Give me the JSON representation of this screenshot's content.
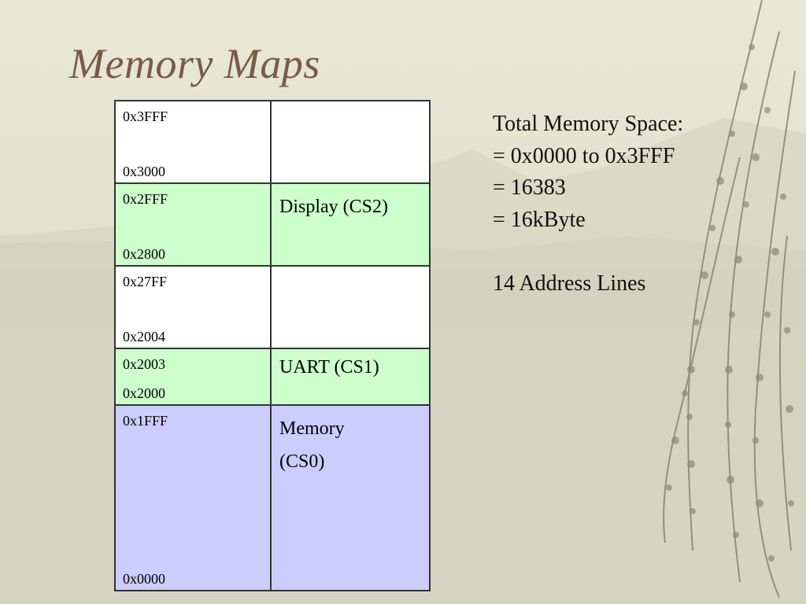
{
  "slide": {
    "title": "Memory Maps",
    "colors": {
      "title": "#7a5a48",
      "white_region": "#ffffff",
      "green_region": "#ccffcc",
      "blue_region": "#ccccff"
    },
    "rows": [
      {
        "addr_top": "0x3FFF",
        "addr_bottom": "0x3000",
        "label": "",
        "color": "white"
      },
      {
        "addr_top": "0x2FFF",
        "addr_bottom": "0x2800",
        "label": "Display (CS2)",
        "color": "green"
      },
      {
        "addr_top": "0x27FF",
        "addr_bottom": "0x2004",
        "label": "",
        "color": "white"
      },
      {
        "addr_top": "0x2003",
        "addr_bottom": "0x2000",
        "label": "UART (CS1)",
        "color": "green"
      },
      {
        "addr_top": "0x1FFF",
        "addr_bottom": "0x0000",
        "label_line1": "Memory",
        "label_line2": "(CS0)",
        "color": "blue"
      }
    ],
    "info": {
      "line1": "Total Memory Space:",
      "line2": "= 0x0000 to 0x3FFF",
      "line3": "= 16383",
      "line4": "= 16kByte",
      "line5": "14 Address Lines"
    }
  }
}
